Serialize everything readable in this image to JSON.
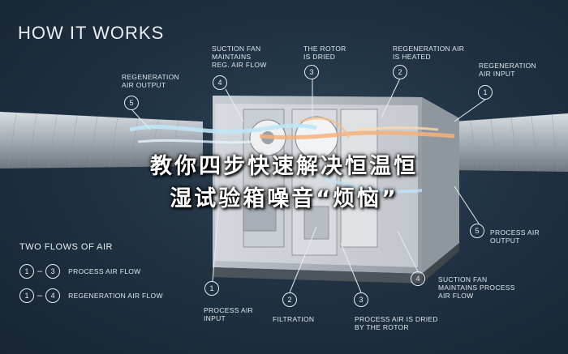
{
  "title": "HOW IT WORKS",
  "overlay": {
    "line1": "教你四步快速解决恒温恒",
    "line2": "湿试验箱噪音“烦恼”"
  },
  "callouts_top": [
    {
      "num": "5",
      "text": [
        "REGENERATION",
        "AIR OUTPUT"
      ]
    },
    {
      "num": "4",
      "text": [
        "SUCTION FAN",
        "MAINTAINS",
        "REG. AIR FLOW"
      ]
    },
    {
      "num": "3",
      "text": [
        "THE ROTOR",
        "IS DRIED"
      ]
    },
    {
      "num": "2",
      "text": [
        "REGENERATION AIR",
        "IS HEATED"
      ]
    },
    {
      "num": "1",
      "text": [
        "REGENERATION",
        "AIR INPUT"
      ]
    }
  ],
  "callouts_bottom": [
    {
      "num": "1",
      "text": [
        "PROCESS AIR",
        "INPUT"
      ]
    },
    {
      "num": "2",
      "text": [
        "FILTRATION"
      ]
    },
    {
      "num": "3",
      "text": [
        "PROCESS AIR IS DRIED",
        "BY THE ROTOR"
      ]
    },
    {
      "num": "4",
      "text": [
        "SUCTION FAN",
        "MAINTAINS PROCESS",
        "AIR FLOW"
      ]
    },
    {
      "num": "5",
      "text": [
        "PROCESS AIR",
        "OUTPUT"
      ]
    }
  ],
  "legend": {
    "title": "TWO FLOWS OF AIR",
    "rows": [
      {
        "from": "1",
        "to": "3",
        "label": "PROCESS AIR FLOW"
      },
      {
        "from": "1",
        "to": "4",
        "label": "REGENERATION AIR FLOW"
      }
    ]
  },
  "colors": {
    "background": "#1b2b3a",
    "cool_air": "#bfe6f7",
    "warm_air": "#f5b07a",
    "text": "#e6ecf1"
  }
}
